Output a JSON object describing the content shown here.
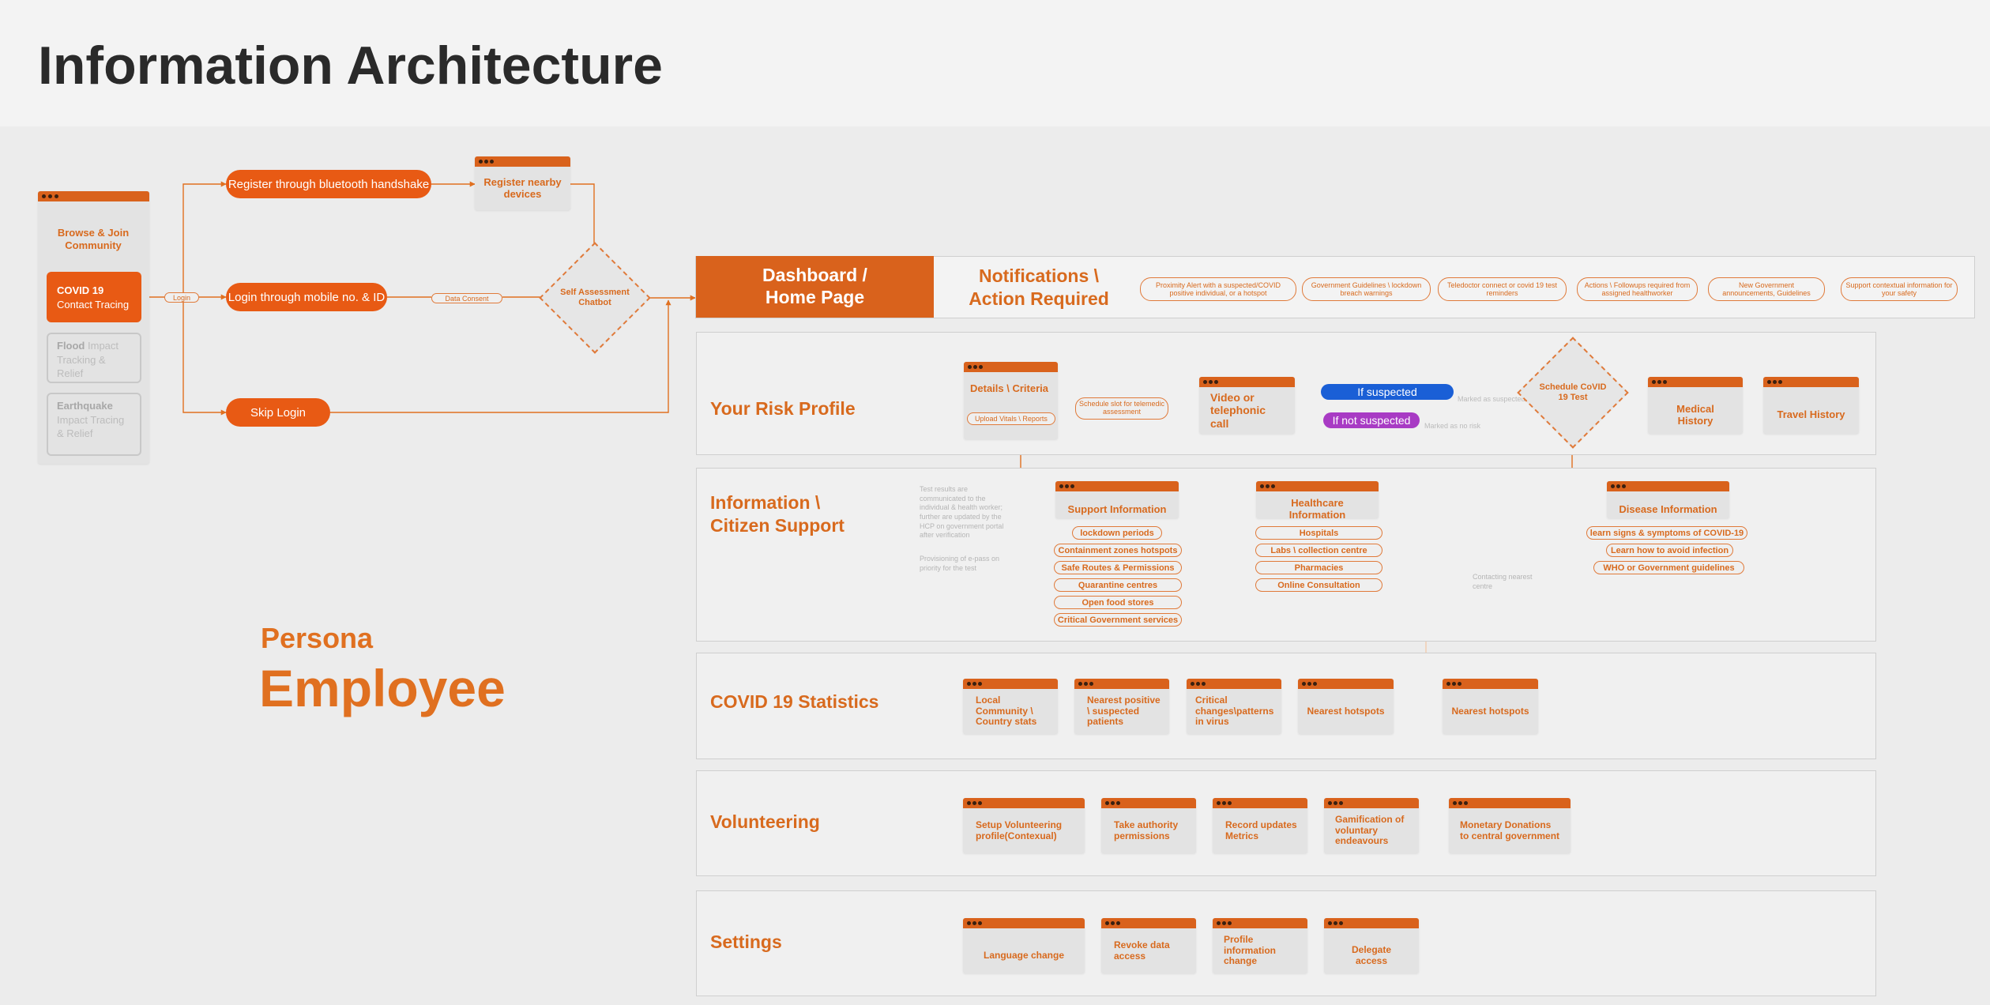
{
  "title": "Information Architecture",
  "persona": {
    "label": "Persona",
    "name": "Employee"
  },
  "sidebar": {
    "header": "Browse & Join Community",
    "items": [
      {
        "bold": "COVID 19",
        "rest": "Contact Tracing"
      },
      {
        "bold": "Flood",
        "rest": "Impact Tracking & Relief"
      },
      {
        "bold": "Earthquake",
        "rest": "Impact Tracing & Relief"
      }
    ],
    "login_tag": "Login"
  },
  "login_flow": {
    "bluetooth": "Register through bluetooth handshake",
    "nearby": "Register nearby devices",
    "mobile": "Login through mobile no. & ID",
    "consent": "Data Consent",
    "chatbot": "Self Assessment Chatbot",
    "skip": "Skip Login"
  },
  "dashboard": {
    "label": "Dashboard / Home Page",
    "notifications_label": "Notifications \\ Action Required",
    "notifications": [
      "Proximity Alert with a suspected/COVID positive individual, or a hotspot",
      "Government Guidelines \\ lockdown breach warnings",
      "Teledoctor connect or covid 19 test reminders",
      "Actions \\ Followups required from assigned healthworker",
      "New Government announcements, Guidelines",
      "Support contextual information for your safety"
    ]
  },
  "risk_profile": {
    "title": "Your Risk Profile",
    "details": "Details \\ Criteria",
    "upload": "Upload Vitals \\ Reports",
    "schedule_slot": "Schedule slot for telemedic assessment",
    "video_call": "Video or telephonic call",
    "if_suspected": "If suspected",
    "if_not_suspected": "If not suspected",
    "marked_suspected": "Marked as suspected",
    "marked_no_risk": "Marked as no risk",
    "schedule_test": "Schedule CoVID 19 Test",
    "medical_history": "Medical History",
    "travel_history": "Travel History"
  },
  "info_support": {
    "title": "Information \\ Citizen Support",
    "note1": "Test results are communicated to the individual & health worker; further are updated by the HCP on government portal after verification",
    "note2": "Provisioning of e-pass on priority for the test",
    "contacting_note": "Contacting nearest centre",
    "support_card": "Support Information",
    "support_items": [
      "lockdown periods",
      "Containment zones hotspots",
      "Safe Routes & Permissions",
      "Quarantine centres",
      "Open food stores",
      "Critical Government services"
    ],
    "health_card": "Healthcare Information",
    "health_items": [
      "Hospitals",
      "Labs \\ collection centre",
      "Pharmacies",
      "Online Consultation"
    ],
    "disease_card": "Disease Information",
    "disease_items": [
      "learn signs & symptoms of COVID-19",
      "Learn how to avoid infection",
      "WHO or Government guidelines"
    ]
  },
  "stats": {
    "title": "COVID 19 Statistics",
    "cards": [
      "Local Community \\ Country stats",
      "Nearest positive \\ suspected patients",
      "Critical changes\\patterns in virus",
      "Nearest hotspots",
      "Nearest hotspots"
    ]
  },
  "volunteering": {
    "title": "Volunteering",
    "cards": [
      "Setup Volunteering profile(Contexual)",
      "Take authority permissions",
      "Record updates Metrics",
      "Gamification of voluntary endeavours",
      "Monetary Donations to central government"
    ]
  },
  "settings": {
    "title": "Settings",
    "cards": [
      "Language change",
      "Revoke data access",
      "Profile information change",
      "Delegate access"
    ]
  },
  "colors": {
    "accent": "#e07020",
    "accent_dark": "#d9621c",
    "suspected_blue": "#1a5fd6",
    "not_suspected_purple": "#a83bc4",
    "title_dark": "#2a2a2a"
  }
}
